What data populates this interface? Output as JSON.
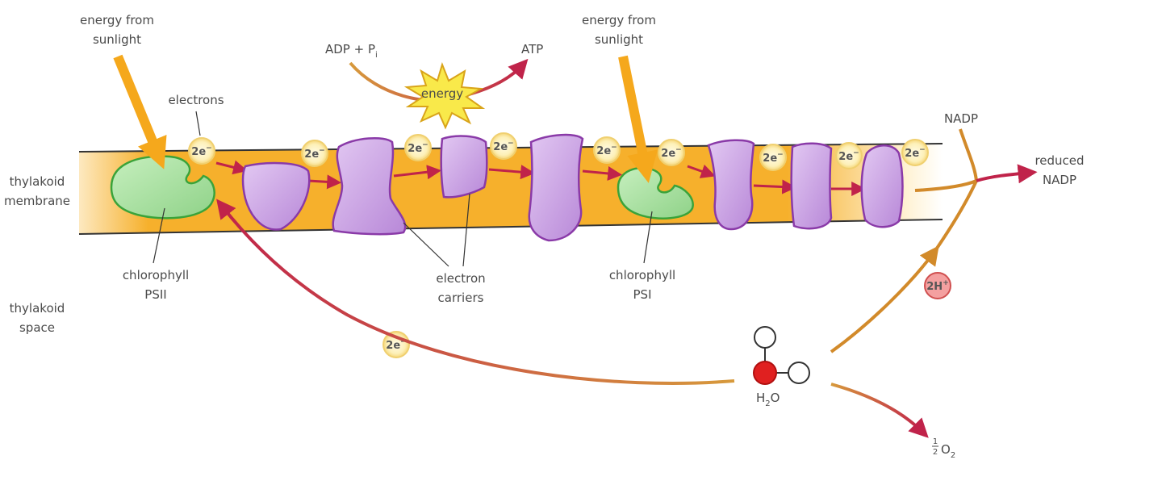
{
  "labels": {
    "energy_sunlight_1_l1": "energy from",
    "energy_sunlight_1_l2": "sunlight",
    "energy_sunlight_2_l1": "energy from",
    "energy_sunlight_2_l2": "sunlight",
    "electrons": "electrons",
    "adp_pi": "ADP + P",
    "adp_pi_sub": "i",
    "atp": "ATP",
    "energy": "energy",
    "nadp": "NADP",
    "reduced_l1": "reduced",
    "reduced_l2": "NADP",
    "thylakoid_membrane_l1": "thylakoid",
    "thylakoid_membrane_l2": "membrane",
    "thylakoid_space_l1": "thylakoid",
    "thylakoid_space_l2": "space",
    "psii_l1": "chlorophyll",
    "psii_l2": "PSII",
    "psi_l1": "chlorophyll",
    "psi_l2": "PSI",
    "carriers_l1": "electron",
    "carriers_l2": "carriers",
    "h2o_h": "H",
    "h2o_sub": "2",
    "h2o_o": "O",
    "o2_frac_num": "1",
    "o2_frac_den": "2",
    "o2": "O",
    "o2_sub": "2",
    "two_h": "2H",
    "two_h_sup": "+",
    "electron_pair": "2e",
    "electron_sup": "−"
  },
  "colors": {
    "membrane": "#f5a81c",
    "membrane_fade": "#fde9b8",
    "psii_green": "#a8e0a0",
    "carrier_purple": "#c8a0e0",
    "electron_yellow": "#fdf1c0",
    "arrow_red": "#c0234a",
    "sun_arrow": "#f5a81c",
    "h_plus": "#f08080"
  }
}
